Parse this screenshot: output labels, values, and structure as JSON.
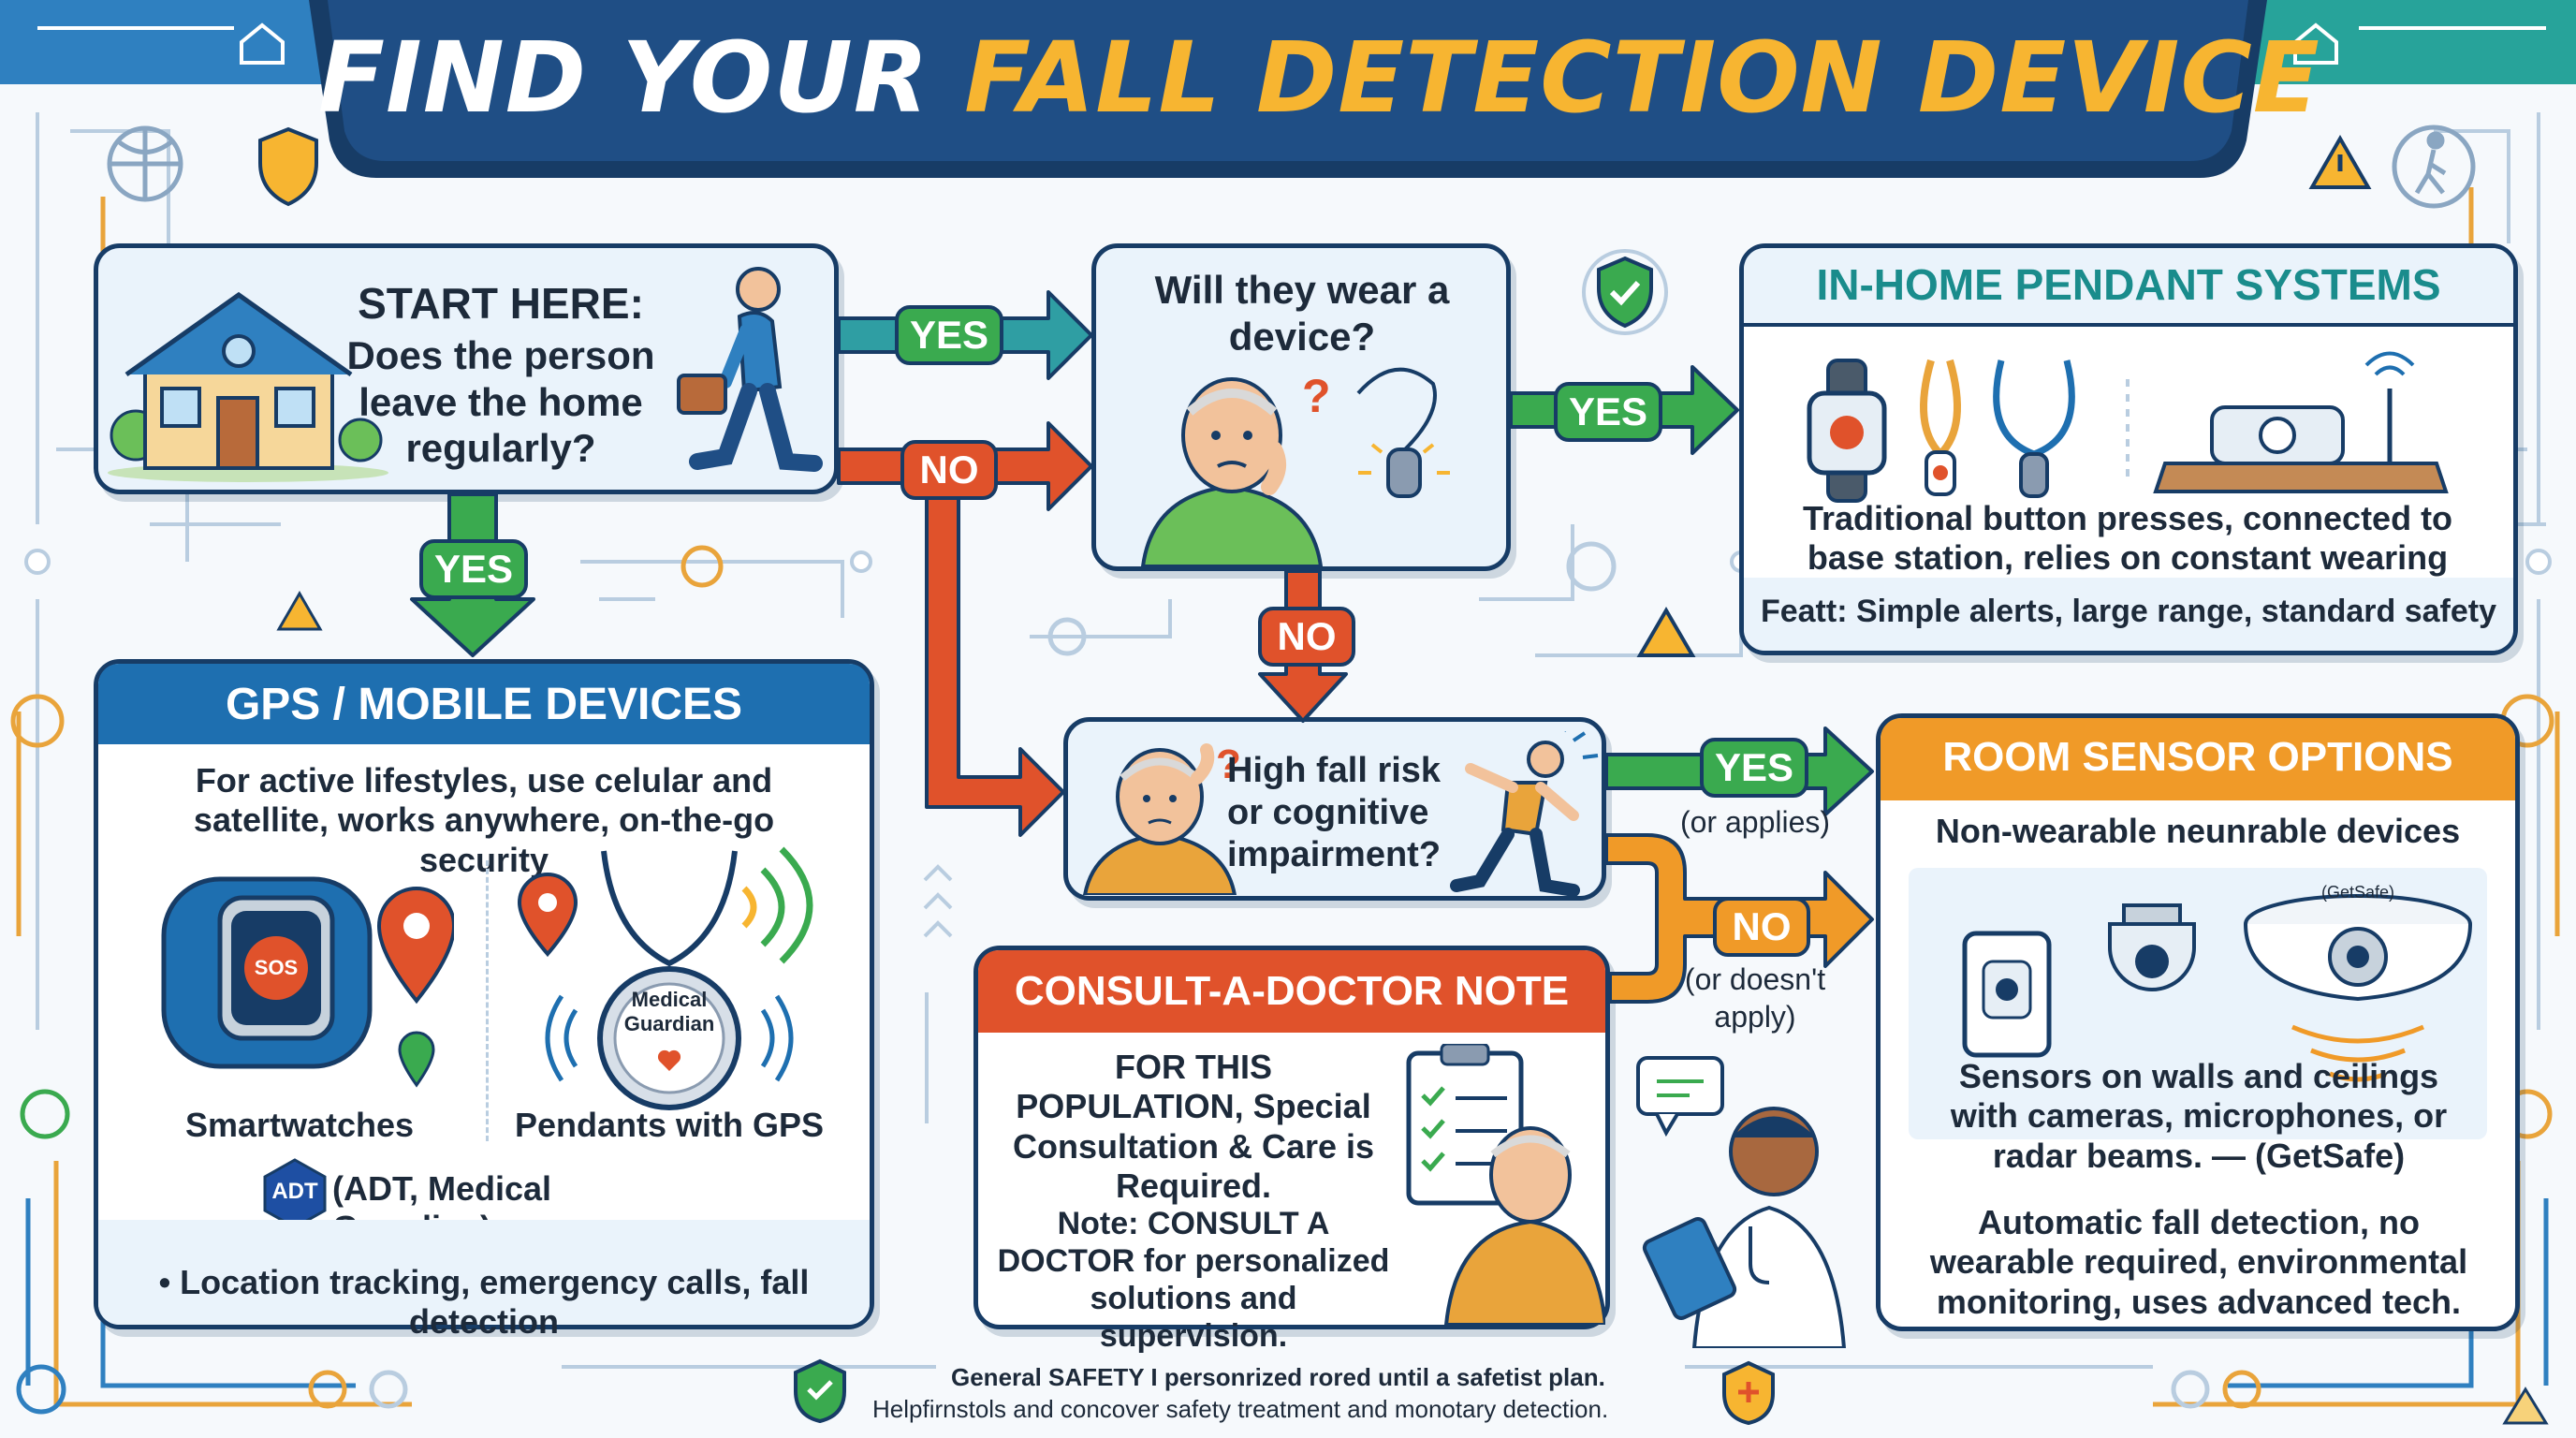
{
  "title": {
    "part1": "FIND YOUR",
    "part2": "FALL DETECTION DEVICE"
  },
  "start": {
    "heading": "START HERE:",
    "question": "Does the person leave the home regularly?"
  },
  "wear": {
    "question": "Will they wear a device?"
  },
  "risk": {
    "question": "High fall risk or cognitive impairment?"
  },
  "branches": {
    "yes_label": "YES",
    "no_label": "NO",
    "yes_note": "(or applies)",
    "no_note": "(or doesn't apply)"
  },
  "gps": {
    "heading": "GPS / MOBILE DEVICES",
    "description": "For active lifestyles, use celular and satellite, works anywhere, on-the-go security",
    "watch_label": "Smartwatches",
    "watch_screen": "SOS",
    "pendant_label": "Pendants with GPS",
    "pendant_text": "Medical Guardian",
    "brand_logo": "ADT",
    "brands": "(ADT, Medical Guardian)",
    "features": "• Location tracking, emergency calls, fall detection"
  },
  "pendant": {
    "heading": "IN-HOME PENDANT SYSTEMS",
    "description": "Traditional button presses, connected to base station, relies on constant wearing",
    "features": "Featt: Simple alerts, large range, standard safety"
  },
  "room": {
    "heading": "ROOM SENSOR OPTIONS",
    "subheading": "Non-wearable neunrable devices",
    "sensor_brand": "(GetSafe)",
    "description": "Sensors on walls and ceilings with cameras, microphones, or radar beams. — (GetSafe)",
    "features": "Automatic fall detection, no wearable required, environmental monitoring, uses advanced tech."
  },
  "doctor": {
    "heading": "CONSULT-A-DOCTOR NOTE",
    "population": "FOR THIS POPULATION, Special Consultation & Care is Required.",
    "note": "Note: CONSULT A DOCTOR for personalized solutions and supervision."
  },
  "footer": {
    "line1": "General SAFETY I personrized rored until a safetist plan.",
    "line2": "Helpfirnstols and concover safety treatment and monotary detection."
  },
  "colors": {
    "navy": "#173c66",
    "blue_header": "#1e6fb0",
    "teal_header": "#1a8c8c",
    "orange_header": "#f09a28",
    "red_header": "#e0522b",
    "yes_green": "#3aaa4f",
    "no_red": "#e0522b",
    "gold": "#f7b531"
  },
  "icons": [
    "house-icon",
    "walking-man-icon",
    "elderly-man-icon",
    "pendant-icon",
    "smartwatch-icon",
    "map-pin-icon",
    "signal-icon",
    "wall-sensor-icon",
    "dome-camera-icon",
    "radar-sensor-icon",
    "clipboard-icon",
    "doctor-icon",
    "shield-check-icon",
    "warning-icon",
    "lightbulb-icon"
  ]
}
